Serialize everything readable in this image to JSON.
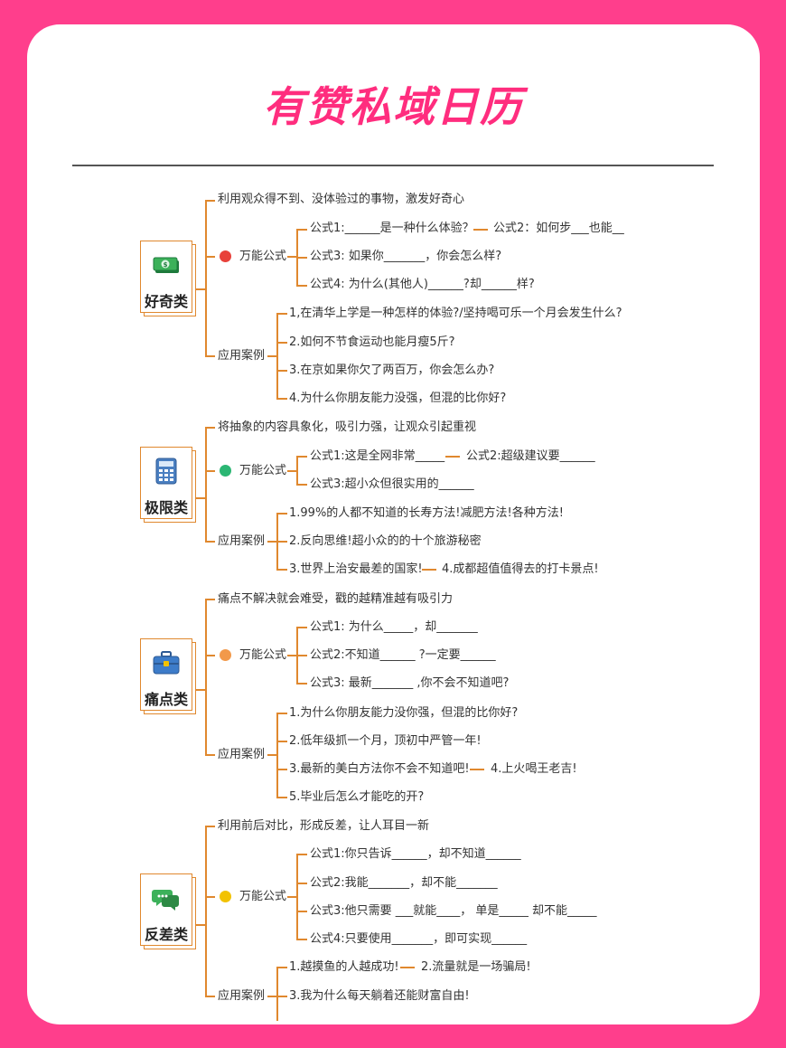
{
  "title": "有赞私域日历",
  "colors": {
    "background": "#ff3e8c",
    "title": "#ff2d7e",
    "branch": "#e0882e"
  },
  "sections": [
    {
      "category": "好奇类",
      "icon": "money-bill-icon",
      "dot_color": "#e8413a",
      "definition": "利用观众得不到、没体验过的事物，激发好奇心",
      "formula_label": "万能公式",
      "formulas": [
        "公式1:______是一种什么体验？",
        "公式2：如何步___也能__",
        "公式3: 如果你_______，你会怎么样?",
        "公式4: 为什么(其他人)______?却______样?"
      ],
      "case_label": "应用案例",
      "cases": [
        "1,在清华上学是一种怎样的体验?/坚持喝可乐一个月会发生什么?",
        "2.如何不节食运动也能月瘦5斤?",
        "3.在京如果你欠了两百万，你会怎么办?",
        "4.为什么你朋友能力没强，但混的比你好?"
      ]
    },
    {
      "category": "极限类",
      "icon": "calculator-icon",
      "dot_color": "#2bb673",
      "definition": "将抽象的内容具象化，吸引力强，让观众引起重视",
      "formula_label": "万能公式",
      "formulas": [
        "公式1:这是全网非常_____",
        "公式2:超级建议要______",
        "公式3:超小众但很实用的______"
      ],
      "case_label": "应用案例",
      "cases": [
        "1.99%的人都不知道的长寿方法!减肥方法!各种方法!",
        "2.反向思维!超小众的的十个旅游秘密",
        "3.世界上治安最差的国家!",
        "4.成都超值值得去的打卡景点!"
      ]
    },
    {
      "category": "痛点类",
      "icon": "briefcase-icon",
      "dot_color": "#f2994a",
      "definition": "痛点不解决就会难受，戳的越精准越有吸引力",
      "formula_label": "万能公式",
      "formulas": [
        "公式1: 为什么_____，却_______",
        "公式2:不知道______ ?一定要______",
        "公式3: 最新_______ ,你不会不知道吧?"
      ],
      "case_label": "应用案例",
      "cases": [
        "1.为什么你朋友能力没你强，但混的比你好?",
        "2.低年级抓一个月，顶初中严管一年!",
        "3.最新的美白方法你不会不知道吧!",
        "4.上火喝王老吉!",
        "5.毕业后怎么才能吃的开?"
      ]
    },
    {
      "category": "反差类",
      "icon": "chat-bubbles-icon",
      "dot_color": "#f2c200",
      "definition": "利用前后对比，形成反差，让人耳目一新",
      "formula_label": "万能公式",
      "formulas": [
        "公式1:你只告诉______，却不知道______",
        "公式2:我能_______，却不能_______",
        "公式3:他只需要 ___就能____， 单是_____ 却不能_____",
        "公式4:只要使用_______，即可实现______"
      ],
      "case_label": "应用案例",
      "cases": [
        "1.越摸鱼的人越成功!",
        "2.流量就是一场骗局!",
        "3.我为什么每天躺着还能财富自由!"
      ]
    }
  ]
}
